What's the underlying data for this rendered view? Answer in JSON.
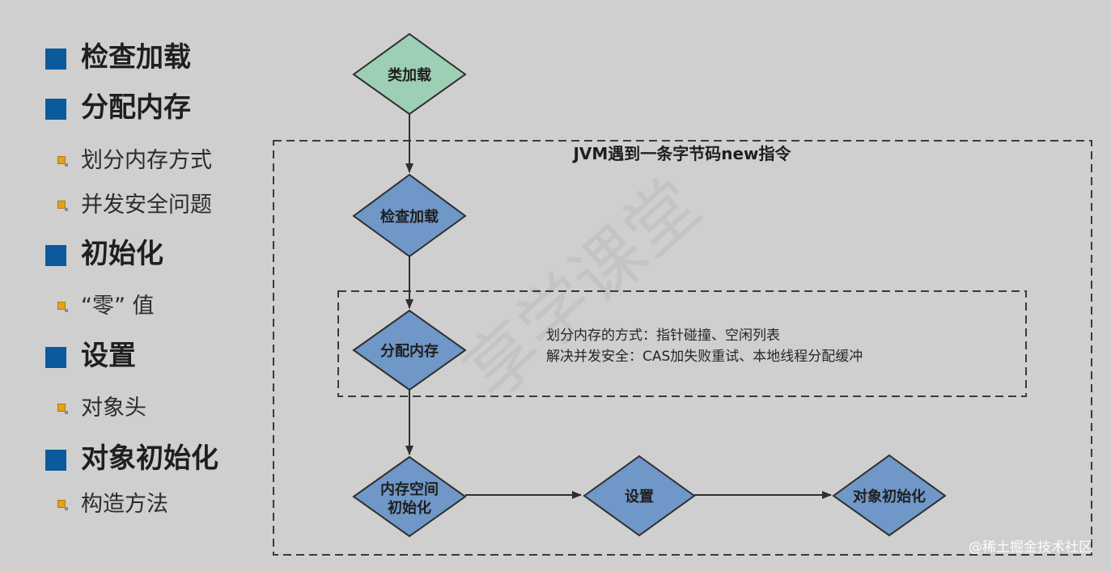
{
  "outline": [
    {
      "level": 1,
      "text": "检查加载"
    },
    {
      "level": 1,
      "text": "分配内存"
    },
    {
      "level": 2,
      "text": "划分内存方式"
    },
    {
      "level": 2,
      "text": "并发安全问题"
    },
    {
      "level": 1,
      "text": "初始化"
    },
    {
      "level": 2,
      "text": "“零” 值"
    },
    {
      "level": 1,
      "text": "设置"
    },
    {
      "level": 2,
      "text": "对象头"
    },
    {
      "level": 1,
      "text": "对象初始化"
    },
    {
      "level": 2,
      "text": "构造方法"
    }
  ],
  "diagram": {
    "outer_box_title": "JVM遇到一条字节码new指令",
    "nodes": {
      "class_load": "类加载",
      "check_load": "检查加载",
      "alloc_memory": "分配内存",
      "mem_init_line1": "内存空间",
      "mem_init_line2": "初始化",
      "set": "设置",
      "object_init": "对象初始化"
    },
    "notes": {
      "line1": "划分内存的方式：指针碰撞、空闲列表",
      "line2": "解决并发安全：CAS加失败重试、本地线程分配缓冲"
    }
  },
  "watermark": "享学课堂",
  "credit": "@稀土掘金技术社区",
  "colors": {
    "background": "#cfcfcf",
    "bullet_primary": "#0b5a9c",
    "bullet_secondary": "#e2a21a",
    "start_node_fill": "#9ccfb3",
    "process_node_fill": "#6f97c7",
    "node_stroke": "#2f2f2f"
  }
}
